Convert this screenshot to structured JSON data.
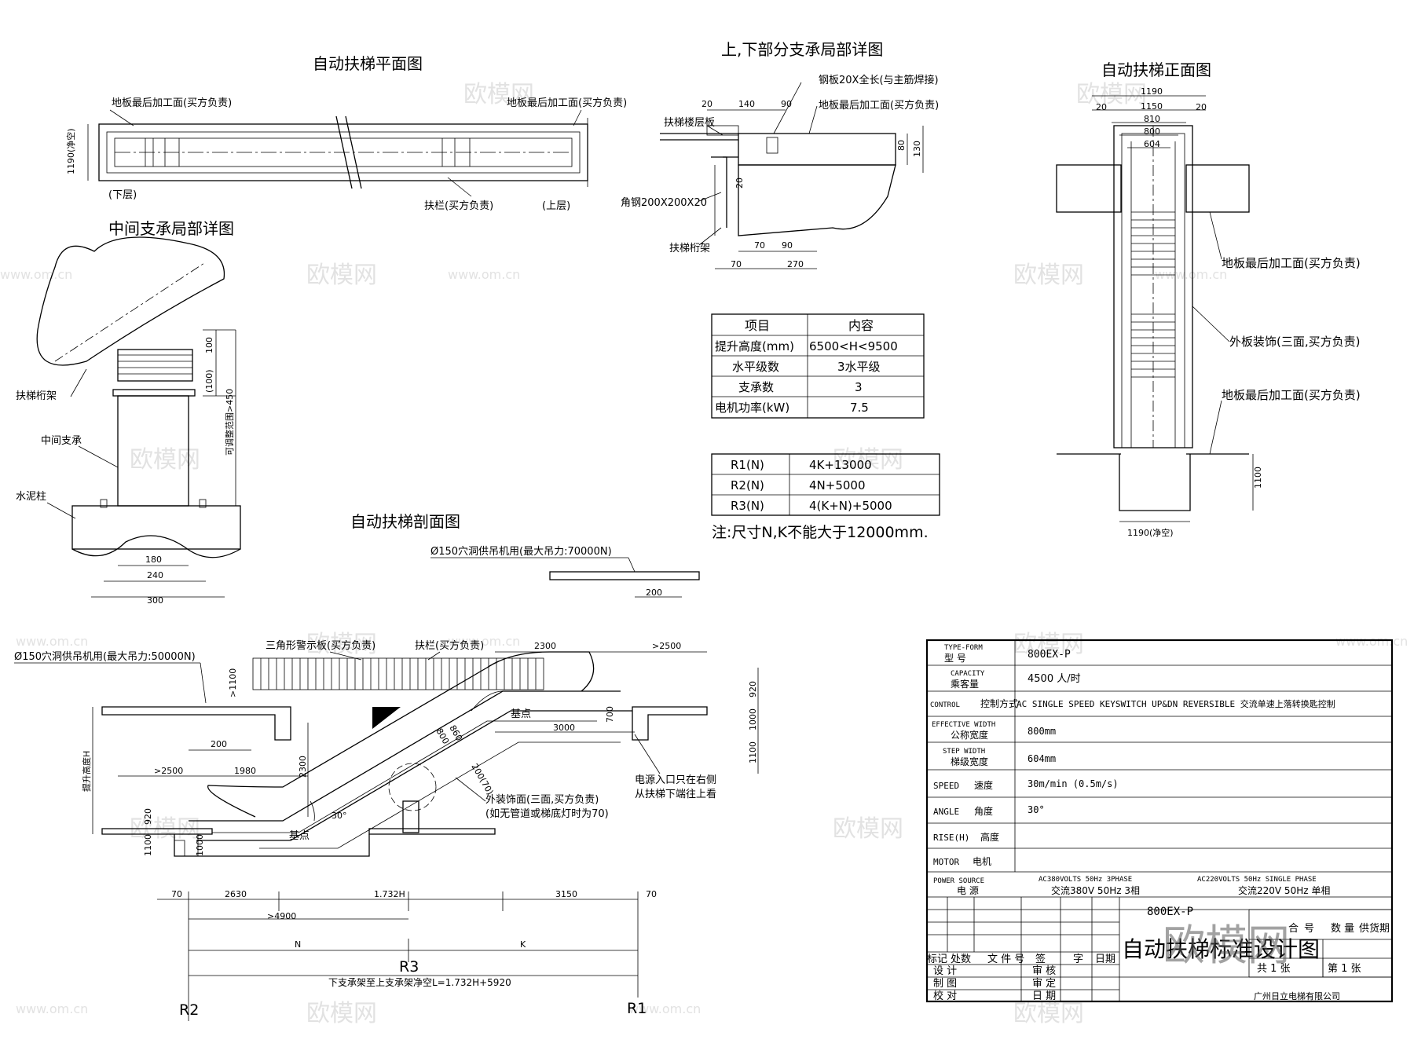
{
  "watermark": {
    "text": "欧模网",
    "url": "www.om.cn",
    "color": "#e2e2e2"
  },
  "plan_view": {
    "title": "自动扶梯平面图",
    "floor_left": "地板最后加工面(买方负责)",
    "floor_right": "地板最后加工面(买方负责)",
    "width_dim": "1190(净空)",
    "lower": "(下层)",
    "upper": "(上层)",
    "handrail": "扶栏(买方负责)"
  },
  "support_detail": {
    "title": "上,下部分支承局部详图",
    "steel_plate": "钢板20X全长(与主筋焊接)",
    "floor": "地板最后加工面(买方负责)",
    "landing": "扶梯楼层板",
    "angle_steel": "角钢200X200X20",
    "truss": "扶梯桁架",
    "dims": {
      "d20": "20",
      "d140": "140",
      "d90": "90",
      "d80": "80",
      "d130": "130",
      "d20b": "20",
      "d70": "70",
      "d90b": "90",
      "d70b": "70",
      "d270": "270"
    }
  },
  "front_view": {
    "title": "自动扶梯正面图",
    "dims": {
      "w1190": "1190",
      "w20a": "20",
      "w1150": "1150",
      "w20b": "20",
      "w810": "810",
      "w800": "800",
      "w604": "604",
      "h1100": "1100",
      "bottom": "1190(净空)"
    },
    "floor_top": "地板最后加工面(买方负责)",
    "cladding": "外板装饰(三面,买方负责)",
    "floor_bottom": "地板最后加工面(买方负责)"
  },
  "middle_support": {
    "title": "中间支承局部详图",
    "truss": "扶梯桁架",
    "support": "中间支承",
    "column": "水泥柱",
    "d100": "100",
    "d100p": "(100)",
    "adjust": "可调整范围>450",
    "d180": "180",
    "d240": "240",
    "d300": "300"
  },
  "spec_table": {
    "headers": [
      "项目",
      "内容"
    ],
    "rows": [
      [
        "提升高度(mm)",
        "6500<H<9500"
      ],
      [
        "水平级数",
        "3水平级"
      ],
      [
        "支承数",
        "3"
      ],
      [
        "电机功率(kW)",
        "7.5"
      ]
    ]
  },
  "reaction_table": {
    "rows": [
      [
        "R1(N)",
        "4K+13000"
      ],
      [
        "R2(N)",
        "4N+5000"
      ],
      [
        "R3(N)",
        "4(K+N)+5000"
      ]
    ],
    "note": "注:尺寸N,K不能大于12000mm."
  },
  "section_view": {
    "title": "自动扶梯剖面图",
    "hole_upper": "Ø150穴洞供吊机用(最大吊力:70000N)",
    "hole_lower": "Ø150穴洞供吊机用(最大吊力:50000N)",
    "warning_plate": "三角形警示板(买方负责)",
    "handrail": "扶栏(买方负责)",
    "base_point_upper": "基点",
    "base_point_lower": "基点",
    "cladding": "外装饰面(三面,买方负责)",
    "cladding_note": "(如无管道或梯底灯时为70)",
    "power_line1": "电源入口只在右侧",
    "power_line2": "从扶梯下端往上看",
    "rise_label": "提升高度H",
    "angle": "30°",
    "dims": {
      "d200top": "200",
      "d2300": "2300",
      "d2500r": ">2500",
      "d1100": ">1100",
      "d920a": "920",
      "d1000a": "1000",
      "d1100r": "1100",
      "d700": "700",
      "d3000": "3000",
      "d200l": "200",
      "d2300v": "2300",
      "d2500l": ">2500",
      "d1980": "1980",
      "d920b": "920",
      "d1100b": "1100",
      "d1000b": "1000",
      "d800": "800",
      "d860": "860",
      "d200_70": "200(70)",
      "b70a": "70",
      "b2630": "2630",
      "b1732": "1.732H",
      "b3150": "3150",
      "b70b": "70",
      "b4900": ">4900",
      "N": "N",
      "K": "K"
    },
    "R1": "R1",
    "R2": "R2",
    "R3": "R3",
    "span_note": "下支承架至上支承架净空L=1.732H+5920"
  },
  "title_block": {
    "rows": [
      {
        "en": "TYPE-FORM",
        "cn": "型  号",
        "value": "800EX-P"
      },
      {
        "en": "CAPACITY",
        "cn": "乘客量",
        "value": "4500  人/时"
      },
      {
        "en": "CONTROL",
        "cn": "控制方式",
        "value": "AC SINGLE SPEED KEYSWITCH UP&DN REVERSIBLE  交流单速上落转换匙控制"
      },
      {
        "en": "EFFECTIVE WIDTH",
        "cn": "公称宽度",
        "value": "800mm"
      },
      {
        "en": "STEP WIDTH",
        "cn": "梯级宽度",
        "value": "604mm"
      },
      {
        "en": "SPEED",
        "cn": "速度",
        "value": "30m/min   (0.5m/s)"
      },
      {
        "en": "ANGLE",
        "cn": "角度",
        "value": "30°"
      },
      {
        "en": "RISE(H)",
        "cn": "高度",
        "value": ""
      },
      {
        "en": "MOTOR",
        "cn": "电机",
        "value": ""
      }
    ],
    "power": {
      "en": "POWER SOURCE",
      "cn": "电  源",
      "ac380_en": "AC380VOLTS 50Hz 3PHASE",
      "ac380_cn": "交流380V 50Hz 3相",
      "ac220_en": "AC220VOLTS 50Hz SINGLE PHASE",
      "ac220_cn": "交流220V 50Hz 单相"
    },
    "model": "800EX-P",
    "drawing_title": "自动扶梯标准设计图",
    "marks": [
      "标记",
      "处数",
      "文 件 号",
      "签",
      "字",
      "日期"
    ],
    "design": "设  计",
    "draw": "制  图",
    "check": "校  对",
    "review": "审  核",
    "approve": "审  定",
    "date": "日  期",
    "cols": [
      "合",
      "号",
      "数 量",
      "供货期"
    ],
    "sheets": "共 1 张",
    "sheet_no": "第 1 张",
    "company": "广州日立电梯有限公司"
  }
}
